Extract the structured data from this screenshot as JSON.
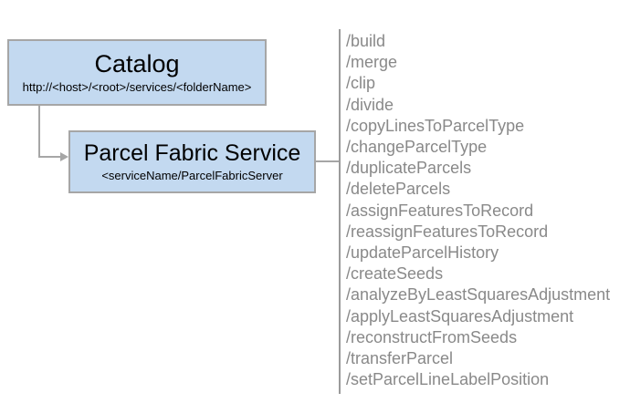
{
  "diagram": {
    "catalog_box": {
      "title": "Catalog",
      "subtitle": "http://<host>/<root>/services/<folderName>"
    },
    "service_box": {
      "title": "Parcel Fabric Service",
      "subtitle": "<serviceName/ParcelFabricServer"
    },
    "endpoints": [
      "/build",
      "/merge",
      "/clip",
      "/divide",
      "/copyLinesToParcelType",
      "/changeParcelType",
      "/duplicateParcels",
      "/deleteParcels",
      "/assignFeaturesToRecord",
      "/reassignFeaturesToRecord",
      "/updateParcelHistory",
      "/createSeeds",
      "/analyzeByLeastSquaresAdjustment",
      "/applyLeastSquaresAdjustment",
      "/reconstructFromSeeds",
      "/transferParcel",
      "/setParcelLineLabelPosition"
    ],
    "colors": {
      "box_fill": "#c3d9f0",
      "box_border": "#a6a6a6",
      "connector": "#a6a6a6",
      "separator_line": "#9b9b9b",
      "endpoint_text": "#898989",
      "box_text": "#000000"
    }
  }
}
